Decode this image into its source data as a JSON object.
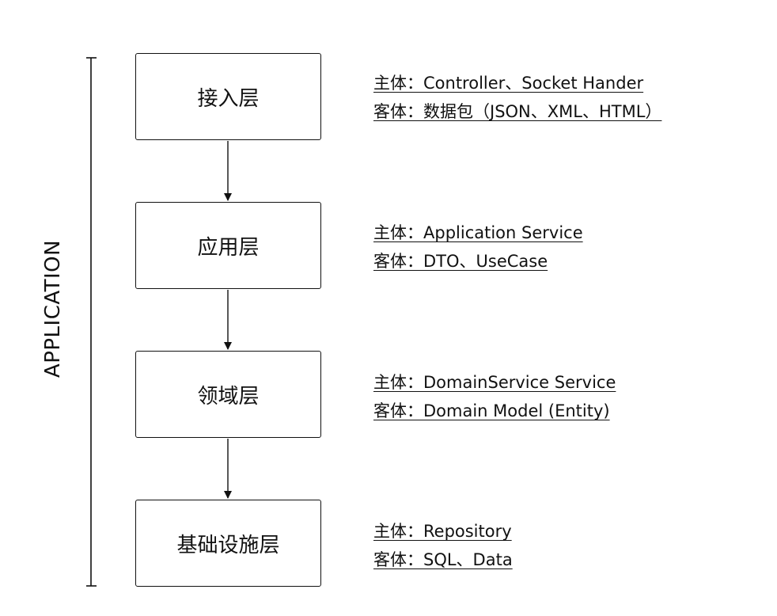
{
  "scope_label": "APPLICATION",
  "layers": [
    {
      "name": "接入层",
      "subject": "主体：Controller、Socket Hander",
      "object": "客体：数据包（JSON、XML、HTML）"
    },
    {
      "name": "应用层",
      "subject": "主体：Application Service",
      "object": "客体：DTO、UseCase"
    },
    {
      "name": "领域层",
      "subject": "主体：DomainService Service",
      "object": "客体：Domain Model (Entity)"
    },
    {
      "name": "基础设施层",
      "subject": "主体：Repository",
      "object": "客体：SQL、Data"
    }
  ]
}
